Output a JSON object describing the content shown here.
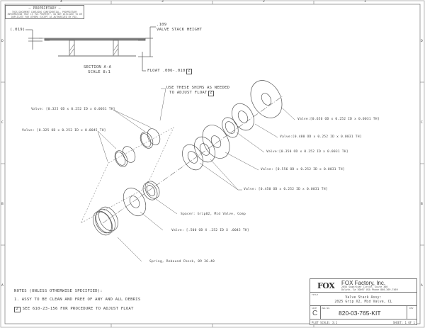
{
  "proprietary": {
    "heading": "— PROPRIETARY —",
    "body": "THIS DOCUMENT CONTAINS CONFIDENTIAL, PROPRIETARY INFORMATION THAT IS FOX PROPERTY. DO NOT DISCLOSE TO OR DUPLICATE FOR OTHERS EXCEPT AS AUTHORIZED BY FOX."
  },
  "border": {
    "zones_top": [
      "4",
      "3",
      "2",
      "1"
    ],
    "zones_side": [
      "D",
      "C",
      "B",
      "A"
    ]
  },
  "section_view": {
    "dim_left": "(.019)",
    "dim_height_value": ".109",
    "dim_height_label": "VALVE STACK HEIGHT",
    "float_label": "FLOAT .006-.010",
    "float_note_ref": "2",
    "title": "SECTION A-A",
    "scale": "SCALE 8:1"
  },
  "exploded_view": {
    "shim_note_line1": "USE THESE SHIMS AS NEEDED",
    "shim_note_line2": "TO ADJUST FLOAT",
    "shim_note_ref": "2",
    "callouts": [
      {
        "id": "valve-325-0031",
        "label": "Valve: [0.325 OD x 0.252 ID x 0.0031 TH]"
      },
      {
        "id": "valve-325-0045",
        "label": "Valve: [0.325 OD x 0.252 ID x 0.0045 TH]"
      },
      {
        "id": "valve-656",
        "label": "Valve:[0.656 OD x 0.252 ID x 0.0031 TH]"
      },
      {
        "id": "valve-480",
        "label": "Valve:[0.480 OD x 0.252 ID x 0.0031 TH]"
      },
      {
        "id": "valve-350",
        "label": "Valve:[0.350 OD x 0.252 ID x 0.0031 TH]"
      },
      {
        "id": "valve-556",
        "label": "Valve: [0.556 OD x 0.252 ID x 0.0031 TH]"
      },
      {
        "id": "valve-450",
        "label": "Valve: [0.450 OD x 0.252 ID x 0.0031 TH]"
      },
      {
        "id": "spacer",
        "label": "Spacer: Grip02, Mid Valve, Comp"
      },
      {
        "id": "valve-500",
        "label": "Valve: [.500 OD X .252 ID X .0045 TH]"
      },
      {
        "id": "spring",
        "label": "Spring, Rebound Check, 09 36.40"
      }
    ]
  },
  "notes": {
    "heading": "NOTES (UNLESS OTHERWISE SPECIFIED):",
    "items": [
      {
        "marker": "1.",
        "text": "ASSY TO BE CLEAN AND FREE OF ANY AND ALL DEBRIS"
      },
      {
        "marker": "2",
        "text": "SEE 610-23-156 FOR PROCEDURE TO ADJUST FLOAT"
      }
    ]
  },
  "title_block": {
    "logo": "FOX",
    "company": "FOX Factory, Inc.",
    "address_line1": "2055 Sugarloaf Circle, Suite 300",
    "address_line2": "Duluth, Ga 30097 USA Phone 800-369-7469",
    "title_label": "TITLE",
    "title_line1": "Valve Stack Assy:",
    "title_line2": "2025 Grip X2, Mid Valve, CL",
    "size_label": "SIZE",
    "size": "C",
    "dwg_label": "DWG NO.",
    "dwg_no": "820-03-765-KIT",
    "rev_label": "REV",
    "rev": "",
    "plot_scale": "PLOT SCALE: 3:1",
    "sheet": "SHEET: 1 OF 1"
  }
}
